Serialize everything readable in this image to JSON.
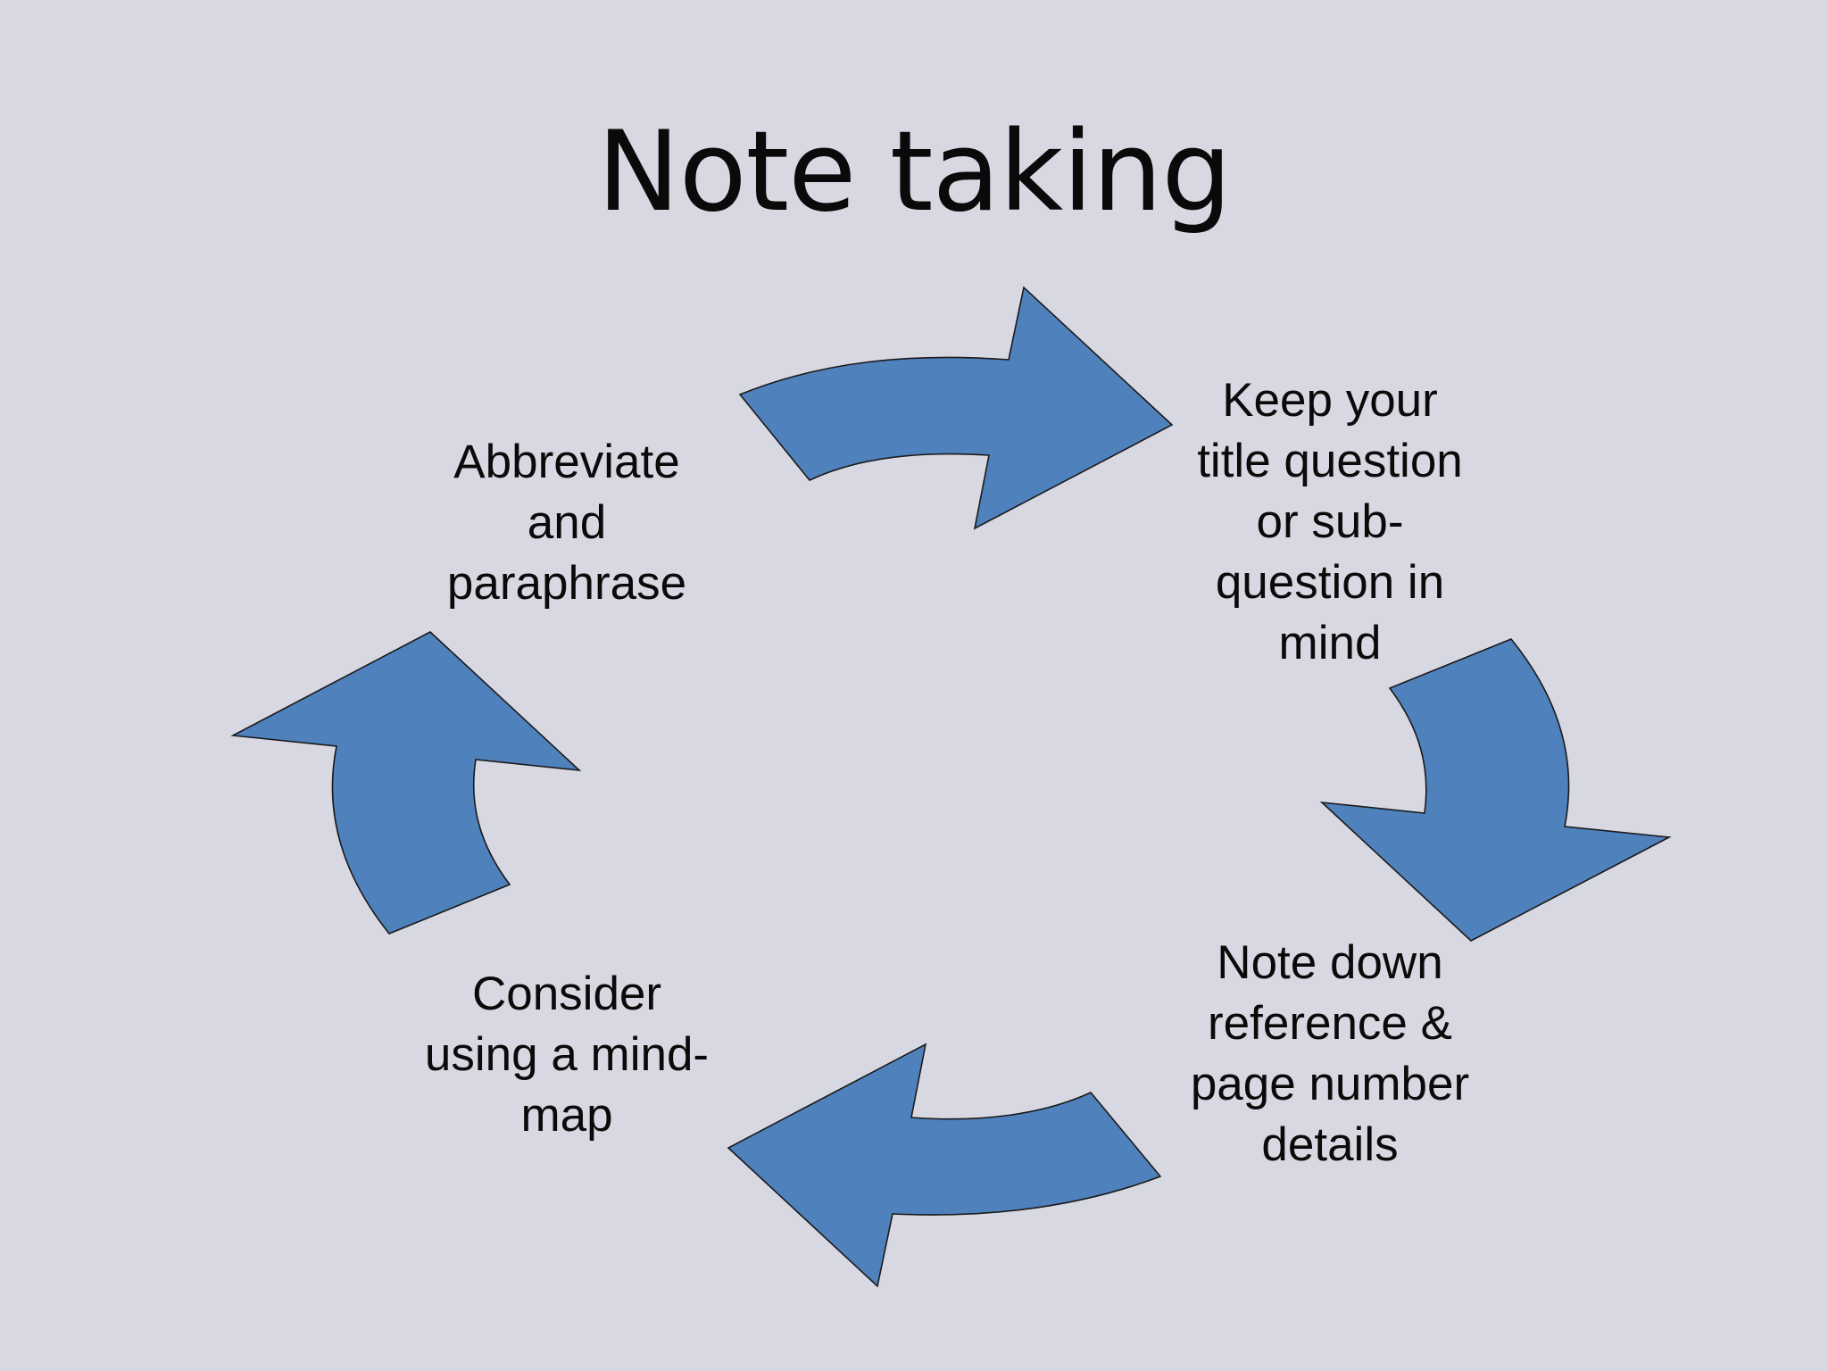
{
  "slide": {
    "title": "Note taking",
    "steps": [
      {
        "text": "Keep your\ntitle question\nor sub-\nquestion in\nmind"
      },
      {
        "text": "Note down\nreference &\npage number\ndetails"
      },
      {
        "text": "Consider\nusing a mind-\nmap"
      },
      {
        "text": "Abbreviate\nand\nparaphrase"
      }
    ],
    "colors": {
      "background": "#d8d8e2",
      "arrow_fill": "#4f81bd",
      "arrow_stroke": "#1a1a1a",
      "text": "#0a0a0a"
    },
    "icons": [
      "curved-arrow-icon"
    ]
  }
}
